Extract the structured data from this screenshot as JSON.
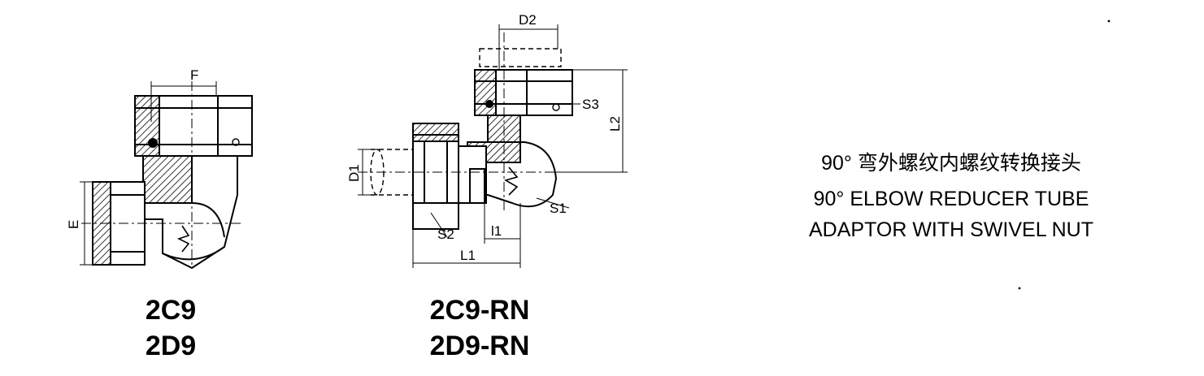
{
  "left_view": {
    "dimensions": {
      "f": "F",
      "e": "E"
    },
    "codes": [
      "2C9",
      "2D9"
    ]
  },
  "middle_view": {
    "dimensions": {
      "d2": "D2",
      "s3": "S3",
      "l2": "L2",
      "d1": "D1",
      "s1": "S1",
      "s2": "S2",
      "l1_small": "l1",
      "l1": "L1"
    },
    "codes": [
      "2C9-RN",
      "2D9-RN"
    ]
  },
  "description": {
    "cn": "90° 弯外螺纹内螺纹转换接头",
    "en_line1": "90° ELBOW REDUCER TUBE",
    "en_line2": "ADAPTOR WITH SWIVEL NUT"
  }
}
